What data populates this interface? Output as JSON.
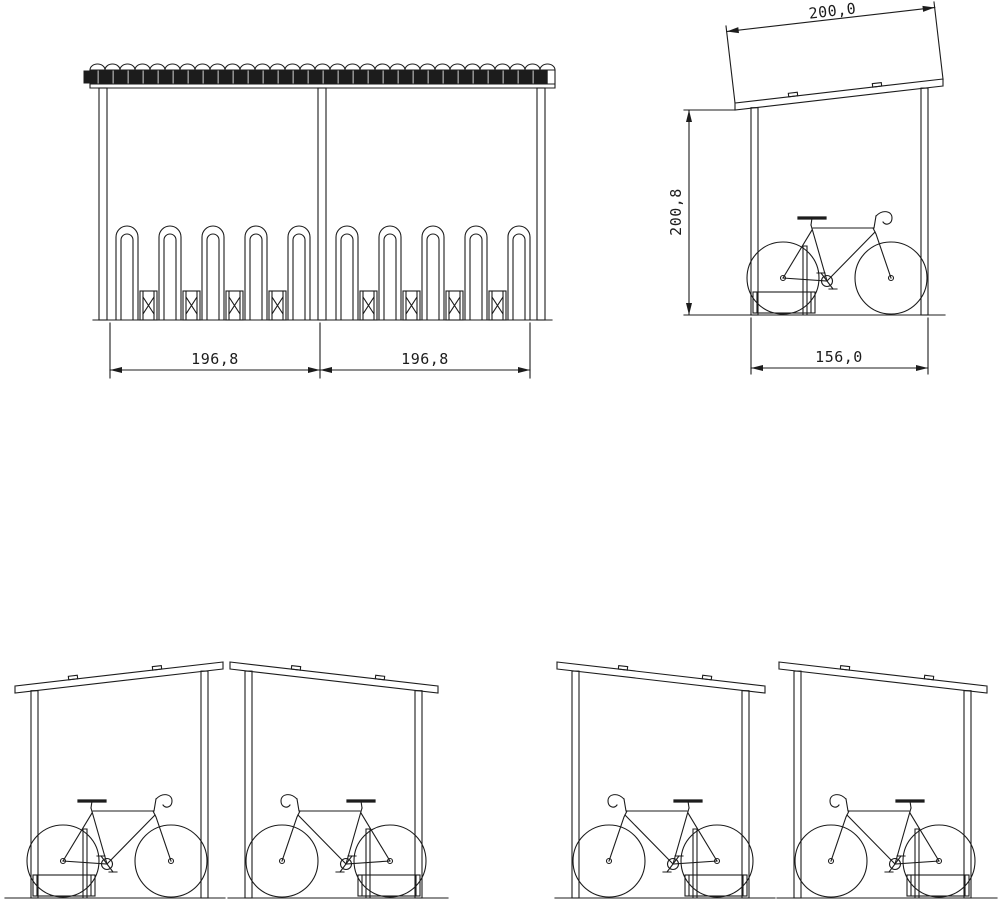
{
  "colors": {
    "line": "#1c1c1c",
    "background": "#ffffff"
  },
  "views": {
    "front": {
      "dim_bay_left": "196,8",
      "dim_bay_right": "196,8"
    },
    "side": {
      "dim_roof_length": "200,0",
      "dim_height": "200,8",
      "dim_depth": "156,0"
    }
  }
}
